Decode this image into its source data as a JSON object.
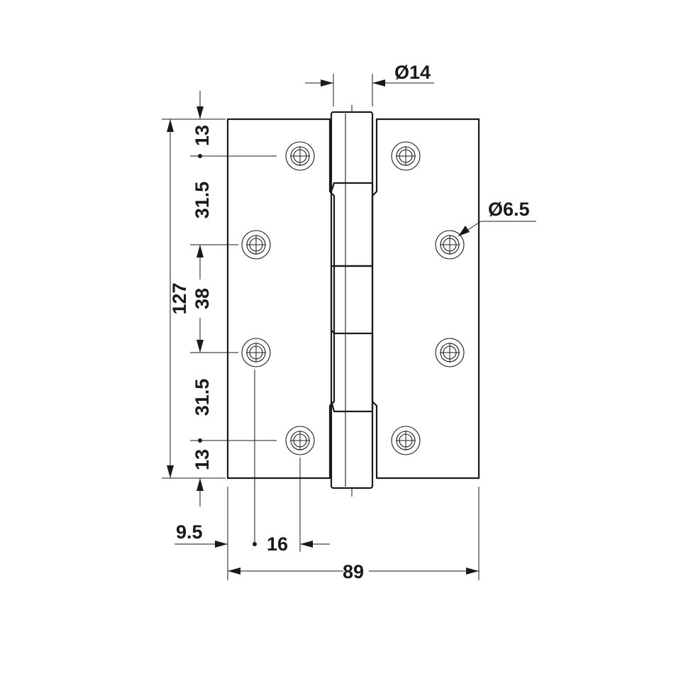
{
  "dimensions": {
    "pin_diameter": "Ø14",
    "hole_diameter": "Ø6.5",
    "overall_height": "127",
    "top_edge_to_hole": "13",
    "top_hole_spacing": "31.5",
    "middle_hole_spacing": "38",
    "bottom_hole_spacing": "31.5",
    "bottom_edge_to_hole": "13",
    "edge_to_hole_x": "9.5",
    "hole_offset_x": "16",
    "overall_width": "89"
  },
  "colors": {
    "line": "#1a1a1a",
    "background": "#ffffff"
  }
}
